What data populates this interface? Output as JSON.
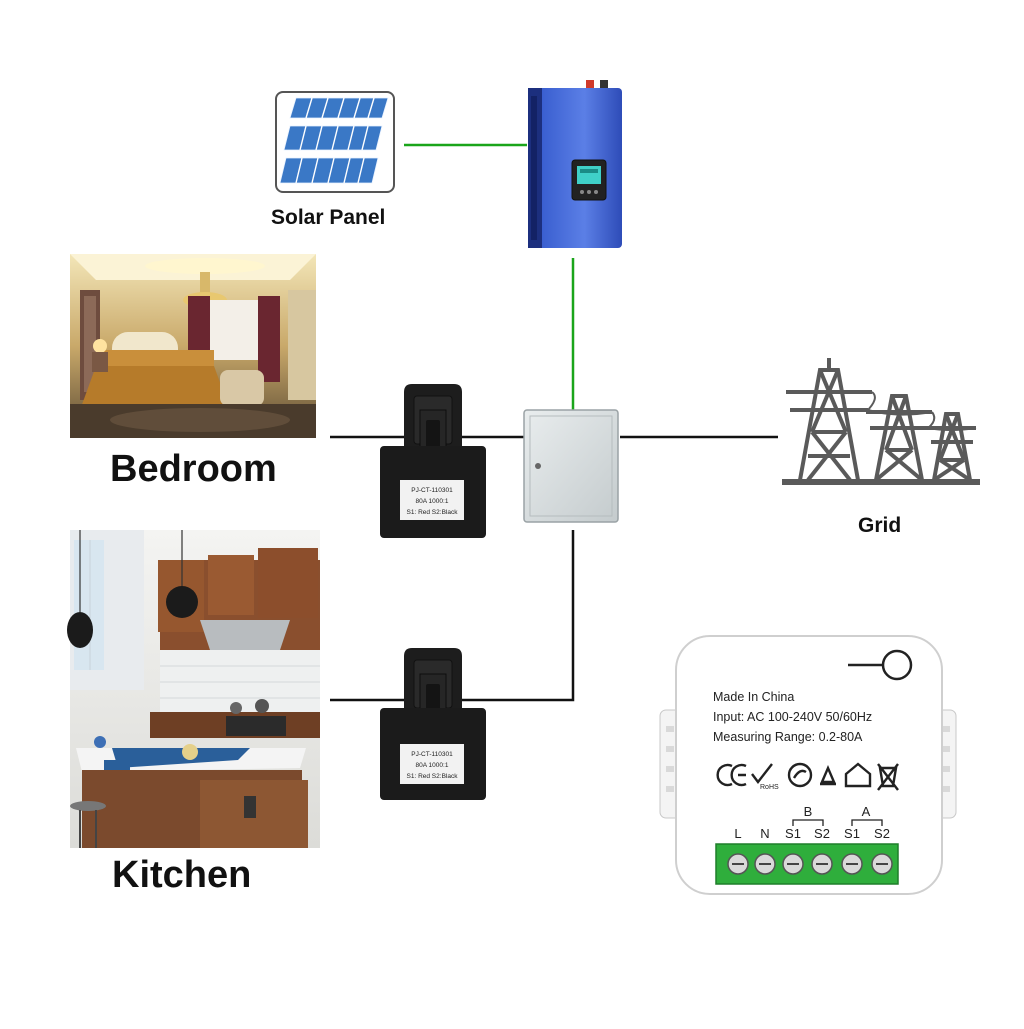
{
  "labels": {
    "solar_panel": "Solar Panel",
    "bedroom": "Bedroom",
    "kitchen": "Kitchen",
    "grid": "Grid"
  },
  "ct_clamp": {
    "model": "PJ-CT-110301",
    "rating": "80A 1000:1",
    "wires": "S1: Red  S2:Black"
  },
  "meter": {
    "line1": "Made In China",
    "line2": "Input: AC 100-240V 50/60Hz",
    "line3": "Measuring Range: 0.2-80A",
    "channel_b": "B",
    "channel_a": "A",
    "terminals": [
      "L",
      "N",
      "S1",
      "S2",
      "S1",
      "S2"
    ]
  },
  "colors": {
    "wire_green": "#1aa51a",
    "wire_black": "#111111",
    "inverter_blue": "#3a5fd0",
    "terminal_green": "#2fae3c",
    "pylon_gray": "#5a5a5a"
  }
}
